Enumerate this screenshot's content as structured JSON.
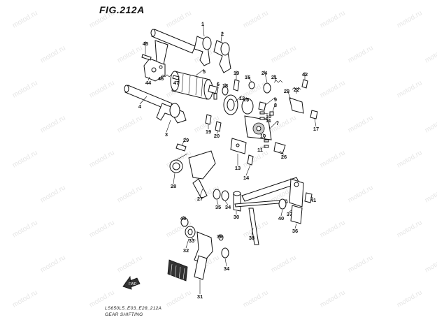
{
  "figure": {
    "title": "FIG.212A",
    "model_code": "LS650L5_E03_E28_212A",
    "caption": "GEAR SHIFTING",
    "fwd_label": "FWD"
  },
  "watermark": "motod.ru",
  "callouts": [
    "1",
    "2",
    "3",
    "4",
    "5",
    "6",
    "7",
    "8",
    "9",
    "10",
    "11",
    "12",
    "13",
    "14",
    "16",
    "17",
    "18",
    "19",
    "20",
    "21",
    "22",
    "23",
    "24",
    "25",
    "26",
    "27",
    "28",
    "29",
    "30",
    "31",
    "32",
    "33",
    "34",
    "35",
    "36",
    "37",
    "38",
    "39",
    "40",
    "41",
    "42",
    "43",
    "44",
    "45",
    "46",
    "47"
  ]
}
